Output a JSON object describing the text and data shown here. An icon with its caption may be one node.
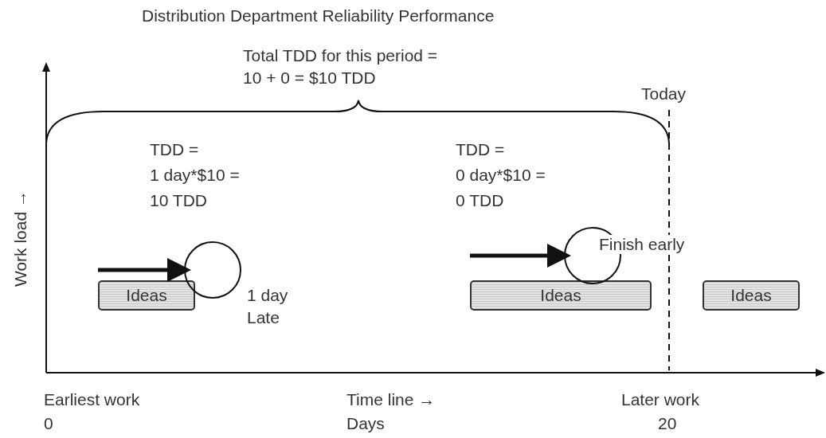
{
  "diagram": {
    "title": "Distribution Department Reliability Performance",
    "nodes": [
      {
        "text": [
          "Ideas"
        ]
      },
      {
        "text": [
          "Ideas"
        ]
      },
      {
        "text": [
          "Ideas"
        ]
      },
      {
        "text": [],
        "shape": "circle",
        "beside": [
          "1 day Late"
        ]
      },
      {
        "text": [],
        "shape": "circle",
        "beside": [
          "Finish early"
        ]
      }
    ],
    "edges": [
      {
        "from": null,
        "to": 3,
        "arrow": "to"
      },
      {
        "from": null,
        "to": 4,
        "arrow": "to"
      }
    ],
    "labels": [
      "Total TDD for this period =",
      "10 + 0 = $10 TDD",
      "Today",
      "TDD =",
      "1 day*$10 =",
      "10 TDD",
      "TDD =",
      "0 day*$10 =",
      "0 TDD",
      "Work load →",
      "Earliest work",
      "0",
      "Time line →",
      "Days",
      "Later work",
      "20"
    ]
  }
}
